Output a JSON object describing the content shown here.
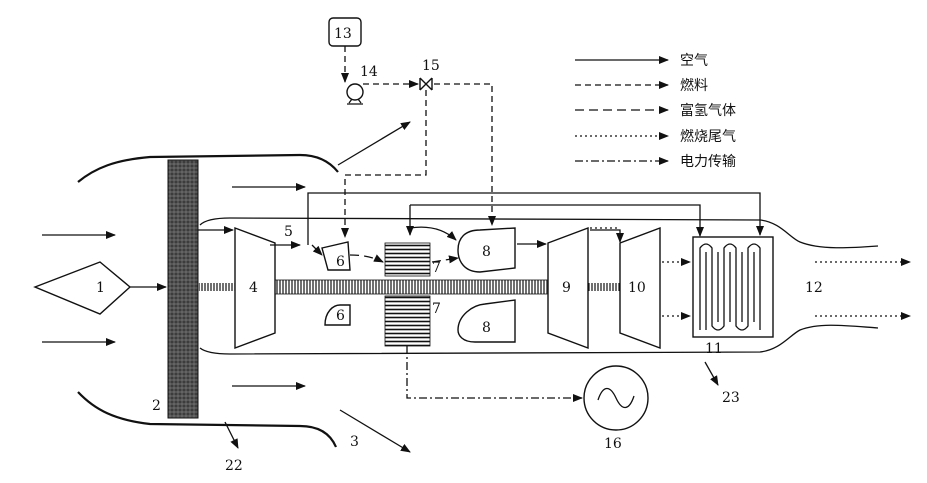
{
  "legend": [
    {
      "label": "空气",
      "style": "solid"
    },
    {
      "label": "燃料",
      "style": "dashed"
    },
    {
      "label": "富氢气体",
      "style": "longdash"
    },
    {
      "label": "燃烧尾气",
      "style": "dotted"
    },
    {
      "label": "电力传输",
      "style": "dashdot"
    }
  ],
  "labels": {
    "n1": "1",
    "n2": "2",
    "n3": "3",
    "n4": "4",
    "n5": "5",
    "n6a": "6",
    "n6b": "6",
    "n7a": "7",
    "n7b": "7",
    "n8a": "8",
    "n8b": "8",
    "n9": "9",
    "n10": "10",
    "n11": "11",
    "n12": "12",
    "n13": "13",
    "n14": "14",
    "n15": "15",
    "n16": "16",
    "n22": "22",
    "n23": "23"
  }
}
